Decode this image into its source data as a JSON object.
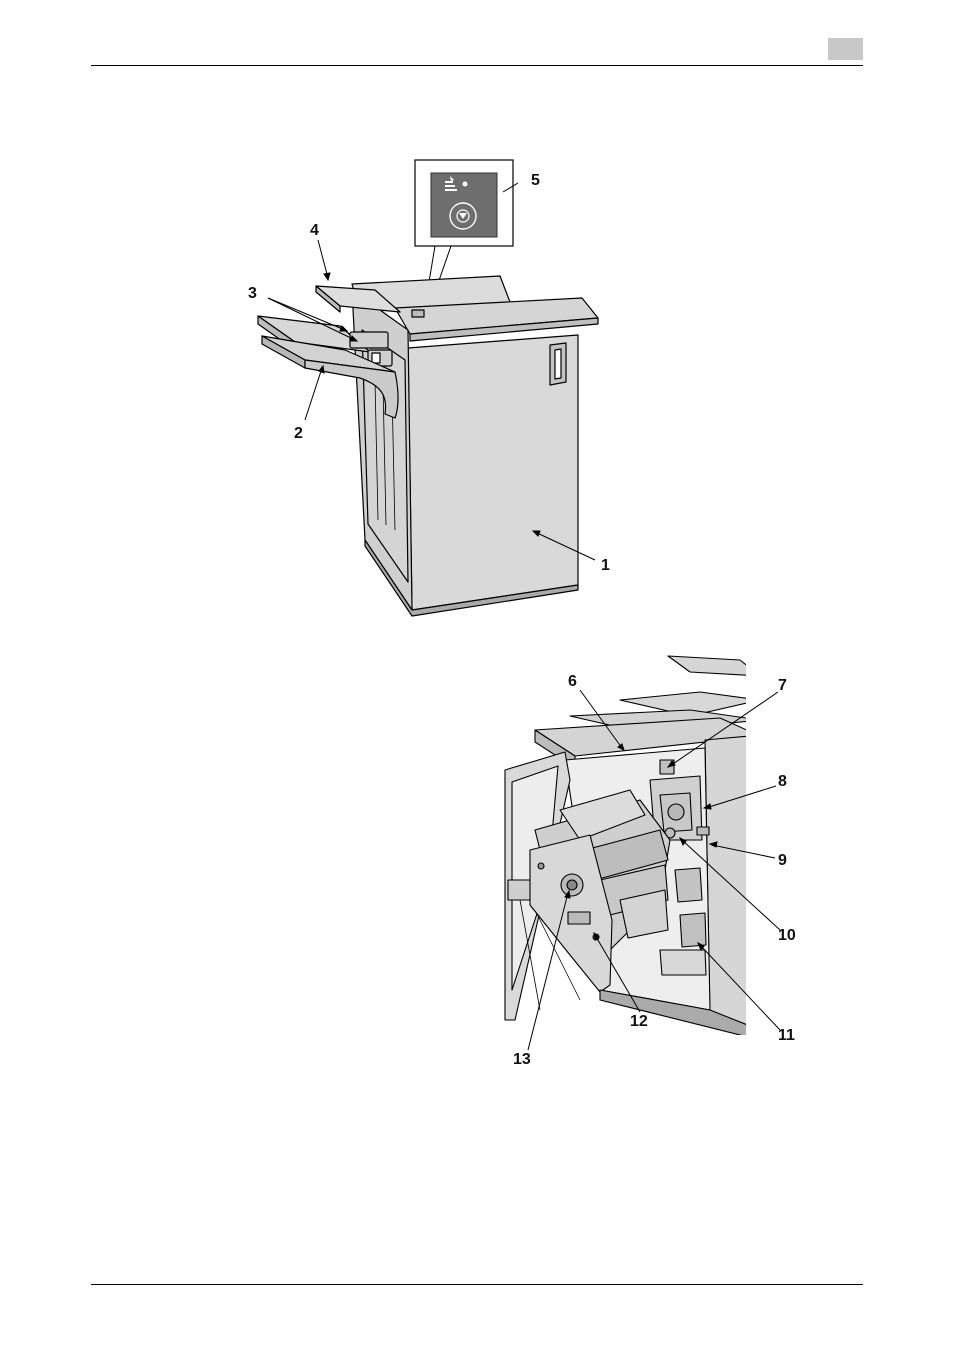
{
  "figure1": {
    "callouts": [
      {
        "id": "1",
        "label": "1"
      },
      {
        "id": "2",
        "label": "2"
      },
      {
        "id": "3",
        "label": "3"
      },
      {
        "id": "4",
        "label": "4"
      },
      {
        "id": "5",
        "label": "5"
      }
    ]
  },
  "figure2": {
    "callouts": [
      {
        "id": "6",
        "label": "6"
      },
      {
        "id": "7",
        "label": "7"
      },
      {
        "id": "8",
        "label": "8"
      },
      {
        "id": "9",
        "label": "9"
      },
      {
        "id": "10",
        "label": "10"
      },
      {
        "id": "11",
        "label": "11"
      },
      {
        "id": "12",
        "label": "12"
      },
      {
        "id": "13",
        "label": "13"
      }
    ]
  }
}
